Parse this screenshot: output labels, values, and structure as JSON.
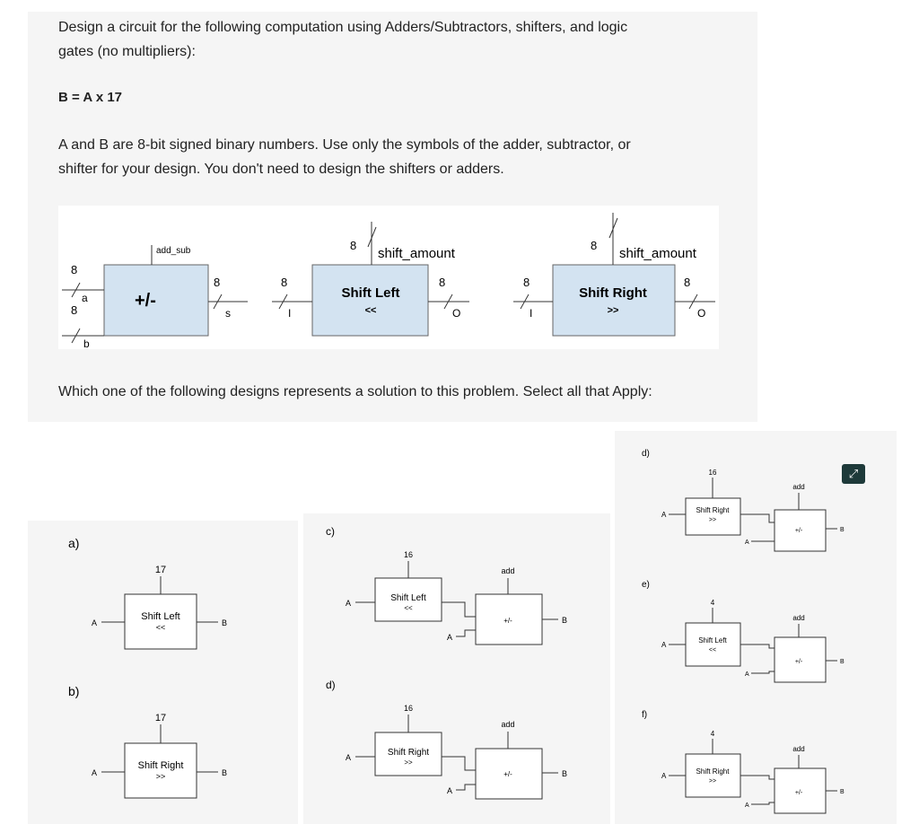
{
  "question": {
    "line1": "Design a circuit for the following computation using Adders/Subtractors, shifters, and logic",
    "line2": "gates (no multipliers):",
    "equation": "B = A x 17",
    "line3": "A and B are 8-bit signed binary numbers. Use only the symbols of the adder, subtractor, or",
    "line4": "shifter for your design. You don't need to design the shifters or adders.",
    "select": "Which one of the following designs represents a solution to this problem. Select all that Apply:"
  },
  "symbols": {
    "adder": {
      "control": "add_sub",
      "op": "+/-",
      "in_width_a": "8",
      "in_width_b": "8",
      "port_a": "a",
      "port_b": "b",
      "out_width": "8",
      "port_s": "s"
    },
    "shift_left": {
      "control": "shift_amount",
      "ctrl_width": "8",
      "title": "Shift Left",
      "op": "<<",
      "in_width": "8",
      "port_i": "I",
      "out_width": "8",
      "port_o": "O"
    },
    "shift_right": {
      "control": "shift_amount",
      "ctrl_width": "8",
      "title": "Shift Right",
      "op": ">>",
      "in_width": "8",
      "port_i": "I",
      "out_width": "8",
      "port_o": "O"
    }
  },
  "options": {
    "a": {
      "label": "a)",
      "amount": "17",
      "title": "Shift Left",
      "op": "<<",
      "in": "A",
      "out": "B"
    },
    "b": {
      "label": "b)",
      "amount": "17",
      "title": "Shift Right",
      "op": ">>",
      "in": "A",
      "out": "B"
    },
    "c": {
      "label": "c)",
      "amount": "16",
      "title": "Shift Left",
      "op": "<<",
      "in": "A",
      "add_ctrl": "add",
      "add_op": "+/-",
      "add_in": "A",
      "out": "B"
    },
    "d": {
      "label": "d)",
      "amount": "16",
      "title": "Shift Right",
      "op": ">>",
      "in": "A",
      "add_ctrl": "add",
      "add_op": "+/-",
      "add_in": "A",
      "out": "B"
    },
    "d2": {
      "label": "d)",
      "amount": "16",
      "title": "Shift Right",
      "op": ">>",
      "in": "A",
      "add_ctrl": "add",
      "add_op": "+/-",
      "add_in": "A",
      "out": "B"
    },
    "e": {
      "label": "e)",
      "amount": "4",
      "title": "Shift Left",
      "op": "<<",
      "in": "A",
      "add_ctrl": "add",
      "add_op": "+/-",
      "add_in": "A",
      "out": "B"
    },
    "f": {
      "label": "f)",
      "amount": "4",
      "title": "Shift Right",
      "op": ">>",
      "in": "A",
      "add_ctrl": "add",
      "add_op": "+/-",
      "add_in": "A",
      "out": "B"
    }
  },
  "expand_icon": "expand-icon",
  "colors": {
    "block_fill": "#d3e3f1",
    "panel_bg": "#f5f5f5",
    "expand_bg": "#1e3a3a"
  }
}
